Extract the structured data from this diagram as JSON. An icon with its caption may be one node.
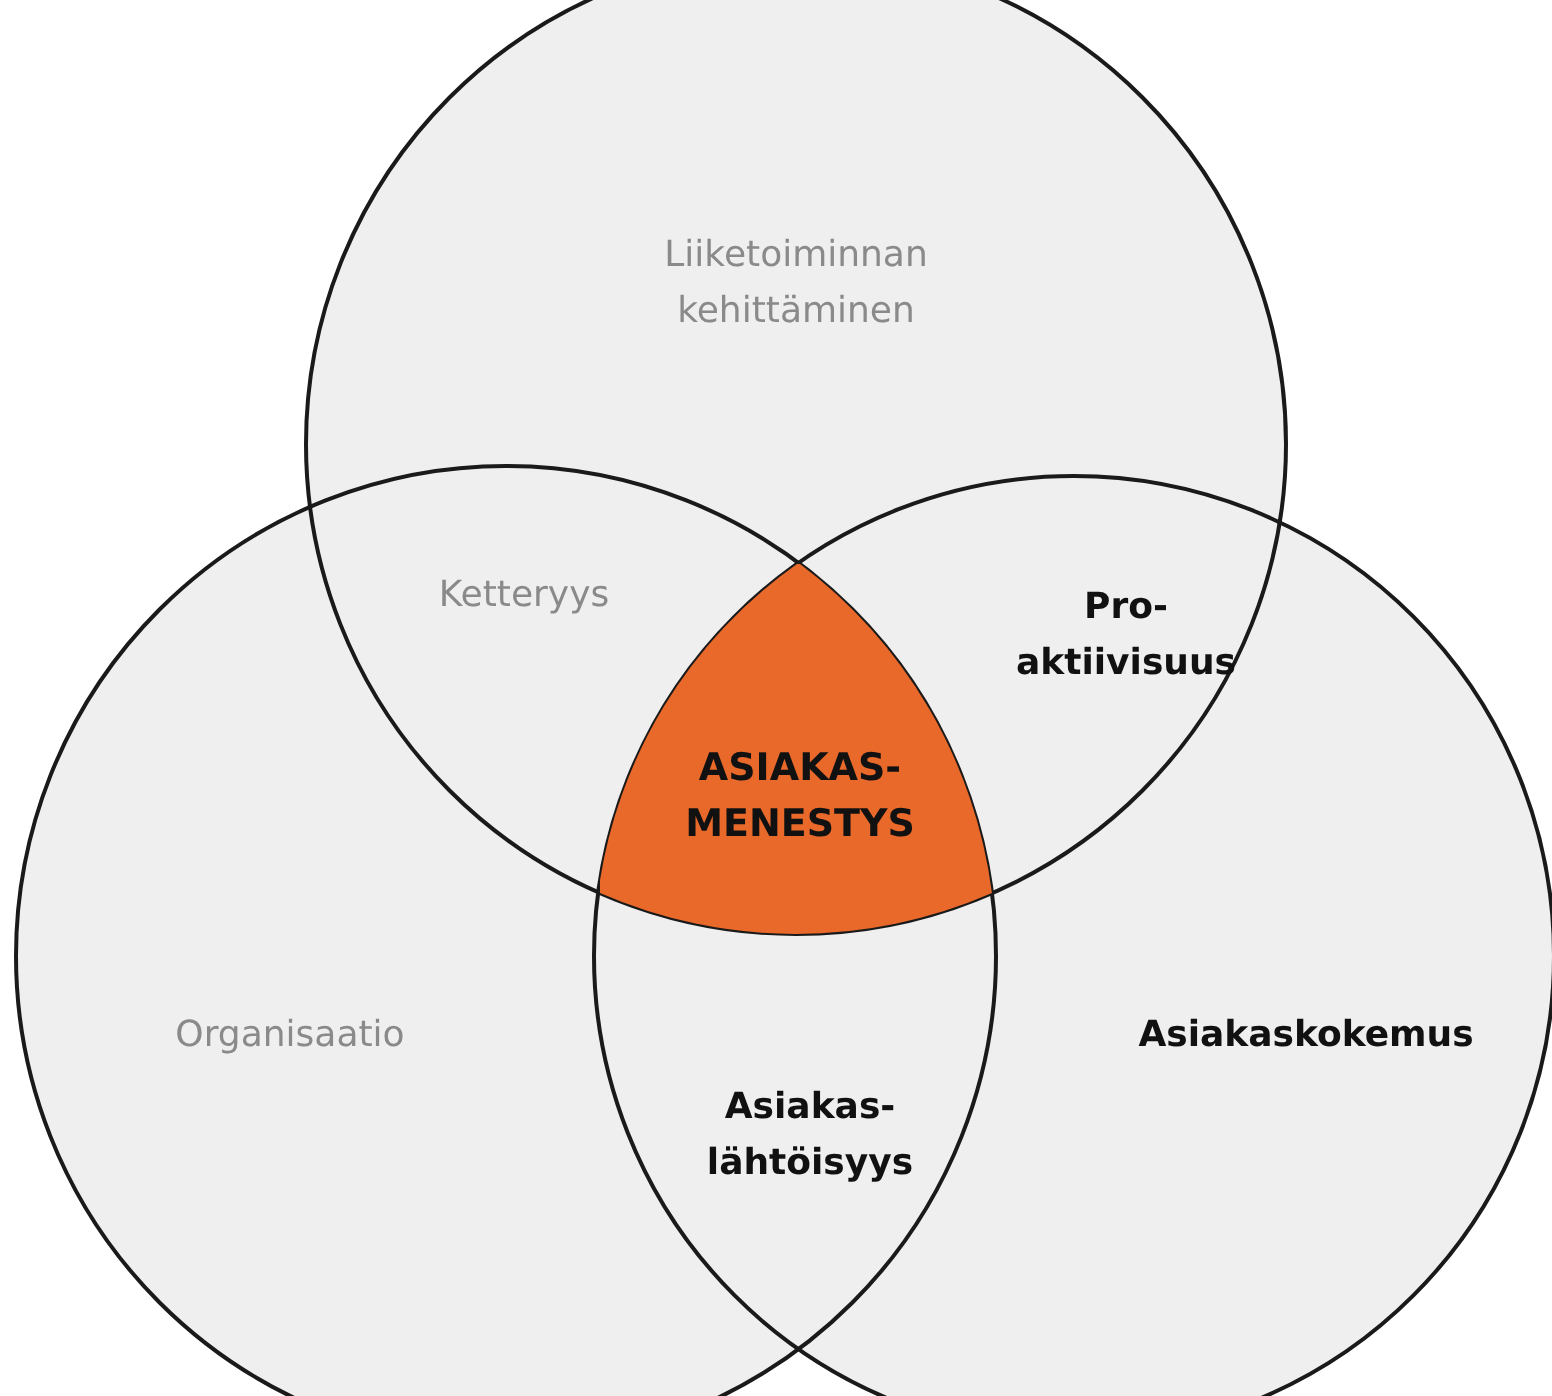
{
  "diagram": {
    "nodes": [
      {
        "text": [
          "Liiketoiminnan kehittäminen"
        ]
      },
      {
        "text": [
          "Ketteryys"
        ]
      },
      {
        "text": [
          "Pro- aktiivisuus"
        ]
      },
      {
        "text": [
          "ASIAKAS- MENESTYS"
        ]
      },
      {
        "text": [
          "Organisaatio"
        ]
      },
      {
        "text": [
          "Asiakas- lähtöisyys"
        ]
      },
      {
        "text": [
          "Asiakaskokemus"
        ]
      }
    ]
  }
}
